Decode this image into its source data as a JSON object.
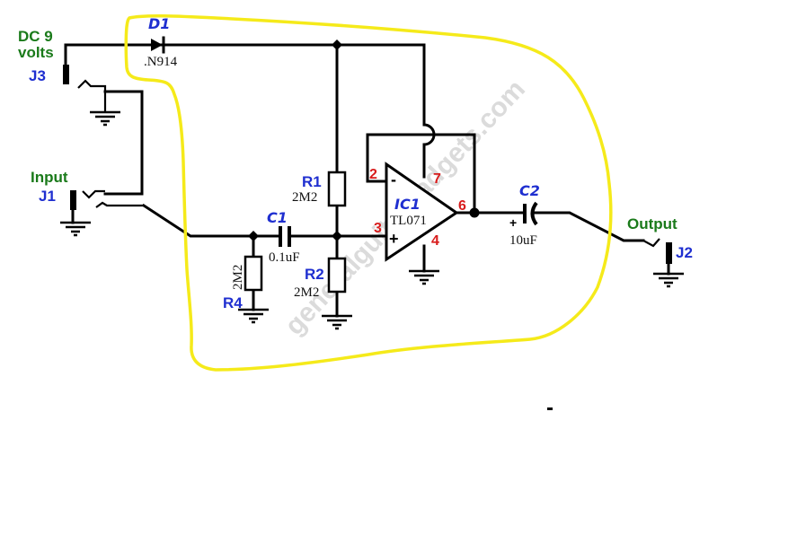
{
  "diagram": {
    "type": "circuit-schematic",
    "watermark": "generalguitargadgets.com",
    "highlight_color": "#f5ea1a",
    "colors": {
      "connector_labels": "#1a7a1a",
      "designators": "#1f2fd0",
      "pin_numbers": "#d81c1c",
      "wires": "#000000"
    },
    "jacks": {
      "power": {
        "title_line1": "DC 9",
        "title_line2": "volts",
        "designator": "J3"
      },
      "input": {
        "title": "Input",
        "designator": "J1"
      },
      "output": {
        "title": "Output",
        "designator": "J2"
      }
    },
    "components": {
      "D1": {
        "designator": "D1",
        "value": ".N914"
      },
      "R1": {
        "designator": "R1",
        "value": "2M2"
      },
      "R2": {
        "designator": "R2",
        "value": "2M2"
      },
      "R4": {
        "designator": "R4",
        "value": "2M2"
      },
      "C1": {
        "designator": "C1",
        "value": "0.1uF"
      },
      "C2": {
        "designator": "C2",
        "value": "10uF",
        "polarity": "+"
      },
      "IC1": {
        "designator": "IC1",
        "value": "TL071",
        "inverting_sign": "-",
        "noninverting_sign": "+",
        "pins": {
          "inverting": "2",
          "noninverting": "3",
          "ground": "4",
          "output": "6",
          "supply": "7"
        }
      }
    },
    "stray_mark": "-"
  }
}
